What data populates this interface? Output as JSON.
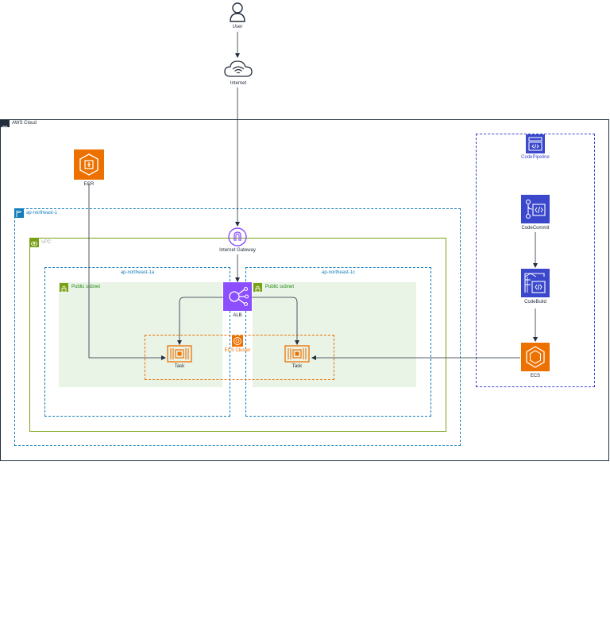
{
  "nodes": {
    "user": "User",
    "internet": "Internet",
    "aws_cloud": "AWS Cloud",
    "ecr": "ECR",
    "region": "ap-northeast-1",
    "vpc": "VPC",
    "internet_gateway": "Internet Gateway",
    "az_a": "ap-northeast-1a",
    "az_c": "ap-northeast-1c",
    "public_subnet_a": "Public subnet",
    "public_subnet_c": "Public subnet",
    "alb": "ALB",
    "ecs_cluster": "ECS Cluster",
    "task_a": "Task",
    "task_c": "Task",
    "codepipeline": "CodePipeline",
    "codecommit": "CodeCommit",
    "codebuild": "CodeBuild",
    "ecs": "ECS"
  },
  "colors": {
    "orange": "#ed7100",
    "purple": "#8c4fff",
    "blue": "#3b48cc",
    "region_blue": "#147eba",
    "vpc_green": "#7aa116",
    "subnet_fill": "#e9f3e6",
    "cluster_orange": "#ed7100"
  }
}
